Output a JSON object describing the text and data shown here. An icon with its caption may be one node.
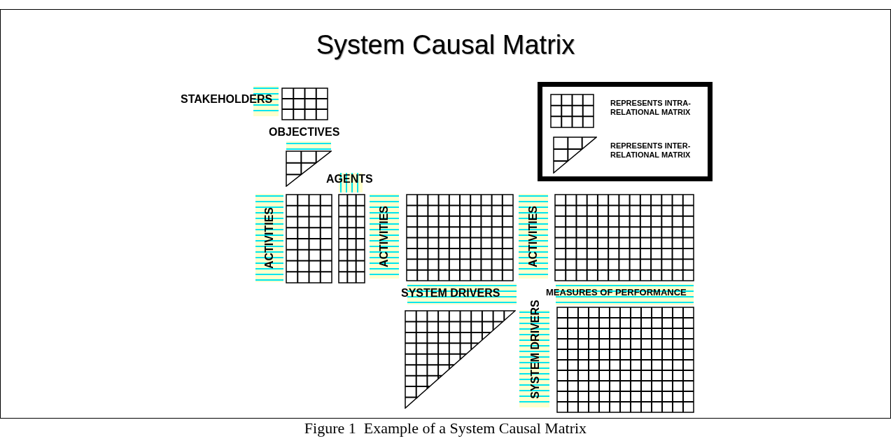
{
  "diagram": {
    "title": "System Causal Matrix",
    "caption": "Figure 1  Example of a System Causal Matrix",
    "labels": [
      "STAKEHOLDERS",
      "OBJECTIVES",
      "AGENTS",
      "ACTIVITIES",
      "ACTIVITIES",
      "ACTIVITIES",
      "SYSTEM DRIVERS",
      "SYSTEM DRIVERS",
      "MEASURES OF PERFORMANCE"
    ],
    "legend": [
      {
        "text": "REPRESENTS INTRA-RELATIONAL MATRIX"
      },
      {
        "text": "REPRESENTS INTER-RELATIONAL MATRIX"
      }
    ]
  }
}
